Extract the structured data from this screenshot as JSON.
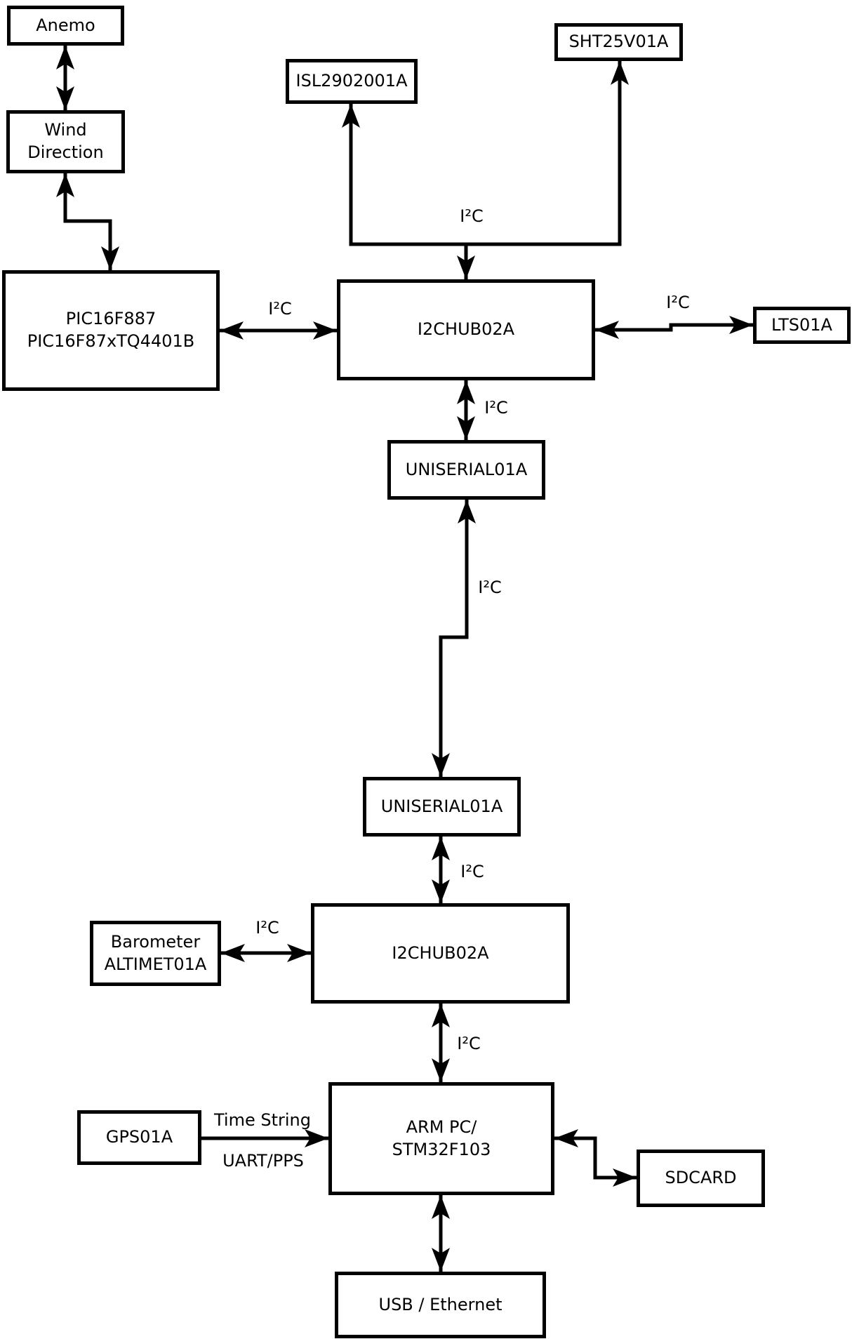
{
  "nodes": {
    "anemo": {
      "label": "Anemo"
    },
    "wind_direction": {
      "label": "Wind\nDirection"
    },
    "pic": {
      "label": "PIC16F887\nPIC16F87xTQ4401B"
    },
    "isl": {
      "label": "ISL2902001A"
    },
    "sht": {
      "label": "SHT25V01A"
    },
    "i2c_hub_top": {
      "label": "I2CHUB02A"
    },
    "lts": {
      "label": "LTS01A"
    },
    "uniserial_top": {
      "label": "UNISERIAL01A"
    },
    "uniserial_bottom": {
      "label": "UNISERIAL01A"
    },
    "i2c_hub_bottom": {
      "label": "I2CHUB02A"
    },
    "barometer": {
      "label": "Barometer\nALTIMET01A"
    },
    "gps": {
      "label": "GPS01A"
    },
    "arm_pc": {
      "label": "ARM PC/\nSTM32F103"
    },
    "sdcard": {
      "label": "SDCARD"
    },
    "usb_ethernet": {
      "label": "USB / Ethernet"
    }
  },
  "edge_labels": {
    "bus_i2c": "I²C",
    "pic_hub_i2c": "I²C",
    "hub_lts_i2c": "I²C",
    "hub_uniserial_i2c": "I²C",
    "uniserial_link_i2c": "I²C",
    "uniserial_hub2_i2c": "I²C",
    "barometer_hub2_i2c": "I²C",
    "hub2_arm_i2c": "I²C",
    "gps_time_string": "Time String",
    "gps_uart_pps": "UART/PPS"
  },
  "colors": {
    "background": "#ffffff",
    "line": "#000000",
    "text": "#000000"
  }
}
